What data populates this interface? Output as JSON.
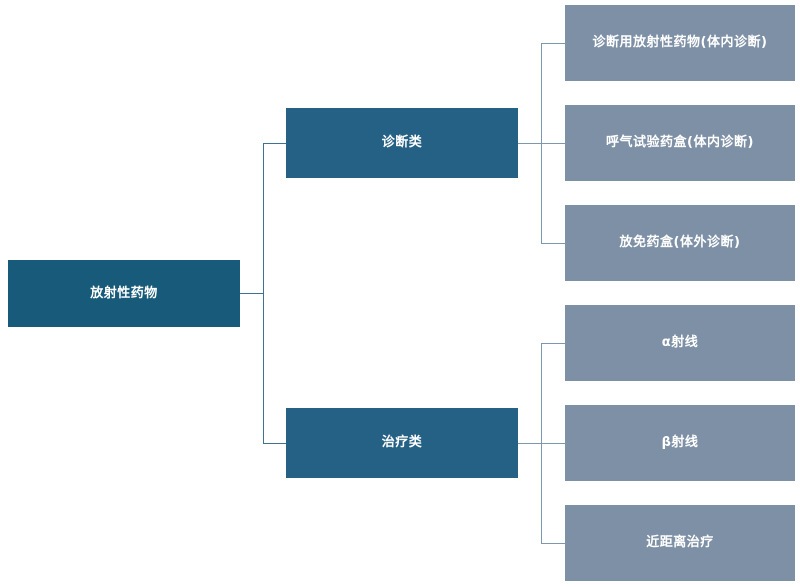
{
  "diagram": {
    "type": "tree-hierarchy",
    "orientation": "left-to-right",
    "colors": {
      "root_fill": "#175A79",
      "branch_fill": "#256184",
      "leaf_fill": "#7D90A6",
      "connector": "#7D98AE",
      "text": "#FFFFFF",
      "background": "#FFFFFF"
    },
    "root": {
      "label": "放射性药物"
    },
    "branches": [
      {
        "label": "诊断类",
        "leaves": [
          {
            "label": "诊断用放射性药物(体内诊断)"
          },
          {
            "label": "呼气试验药盒(体内诊断)"
          },
          {
            "label": "放免药盒(体外诊断)"
          }
        ]
      },
      {
        "label": "治疗类",
        "leaves": [
          {
            "label": "α射线"
          },
          {
            "label": "β射线"
          },
          {
            "label": "近距离治疗"
          }
        ]
      }
    ]
  }
}
